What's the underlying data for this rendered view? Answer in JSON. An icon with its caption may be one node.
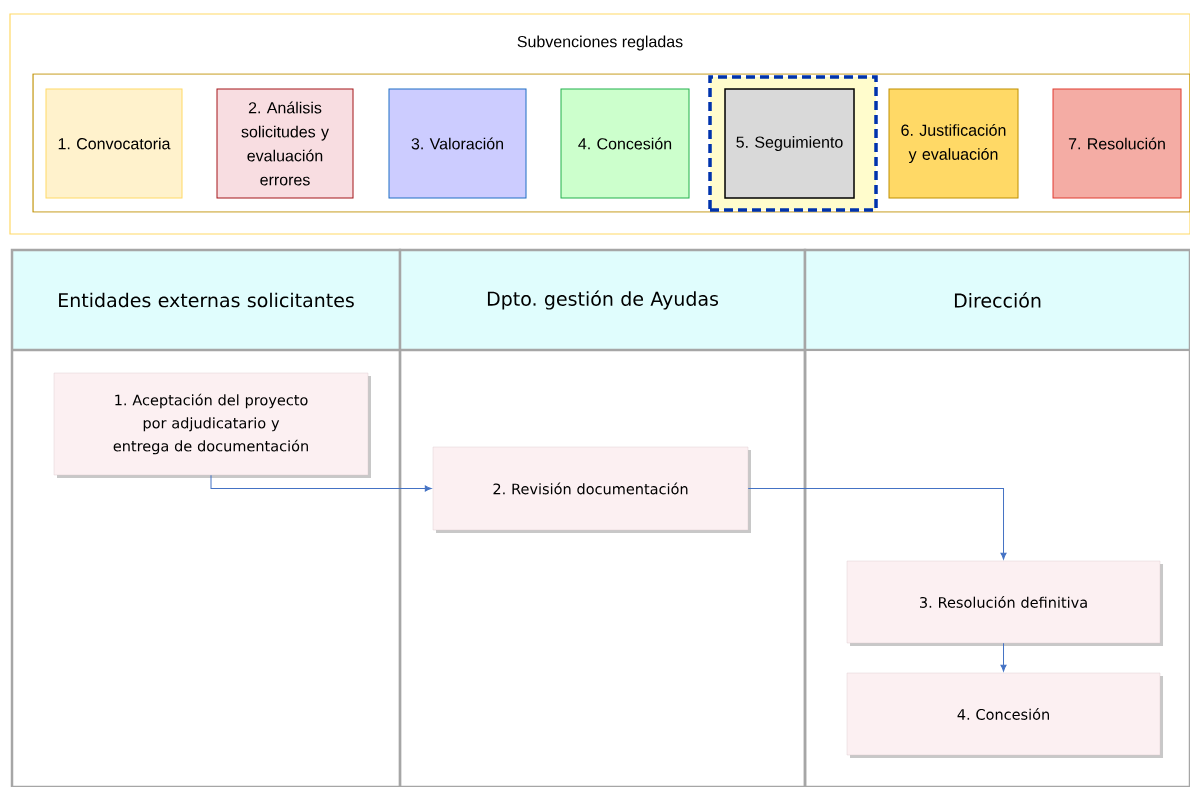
{
  "diagram": {
    "nodes": [
      {
        "text": [
          "Subvenciones regladas"
        ]
      },
      {
        "text": [],
        "shape": "box",
        "in": 0
      },
      {
        "text": [
          "1. Convocatoria"
        ],
        "in": 1
      },
      {
        "text": [
          "2. Análisis solicitudes y evaluación errores"
        ],
        "in": 1
      },
      {
        "text": [
          "3. Valoración"
        ],
        "in": 1
      },
      {
        "text": [
          "4. Concesión"
        ],
        "in": 1
      },
      {
        "text": [],
        "shape": "box",
        "in": 1
      },
      {
        "text": [
          "5. Seguimiento"
        ],
        "in": 6
      },
      {
        "text": [
          "6. Justificación y evaluación"
        ],
        "in": 1
      },
      {
        "text": [
          "7. Resolución"
        ],
        "in": 1
      },
      {
        "text": [
          "Entidades externas solicitantes"
        ]
      },
      {
        "text": [
          "Dpto. gestión de Ayudas"
        ]
      },
      {
        "text": [
          "Dirección"
        ]
      },
      {
        "text": [
          "1. Aceptación del proyecto por adjudicatario y entrega de documentación"
        ],
        "in": 10
      },
      {
        "text": [
          "2. Revisión documentación"
        ],
        "in": 11
      },
      {
        "text": [
          "3. Resolución definitiva"
        ],
        "in": 12
      },
      {
        "text": [
          "4. Concesión"
        ],
        "in": 12
      }
    ],
    "edges": [
      {
        "from": 13,
        "to": 14,
        "arrow": "to"
      },
      {
        "from": 14,
        "to": 15,
        "arrow": "to"
      },
      {
        "from": 15,
        "to": 16,
        "arrow": "to"
      }
    ]
  }
}
